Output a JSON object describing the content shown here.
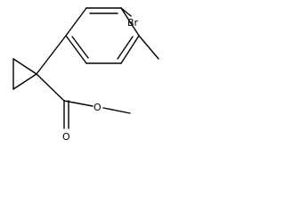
{
  "molecule": {
    "atoms": {
      "bromine": "Br",
      "carbonyl_oxygen": "O",
      "ester_oxygen": "O"
    },
    "colors": {
      "bond": "#000000",
      "label": "#000000",
      "background": "#ffffff"
    }
  }
}
